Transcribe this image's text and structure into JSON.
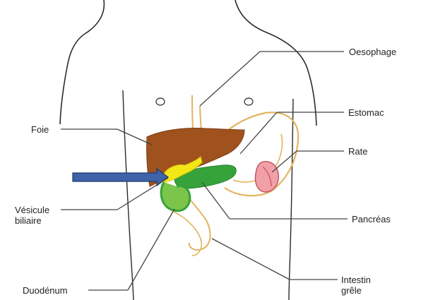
{
  "labels": {
    "oesophage": "Oesophage",
    "estomac": "Estomac",
    "foie": "Foie",
    "rate": "Rate",
    "vesicule_line1": "Vésicule",
    "vesicule_line2": "biliaire",
    "pancreas": "Pancréas",
    "duodenum": "Duodénum",
    "intestin_line1": "Intestin",
    "intestin_line2": "grêle"
  },
  "colors": {
    "outline": "#2b2b2b",
    "leader_line": "#444444",
    "liver": "#a0521e",
    "gallbladder": "#f3e617",
    "pancreas": "#35a33a",
    "duodenum_fill": "#7cc44a",
    "spleen_fill": "#f2a0a8",
    "spleen_stroke": "#c0505a",
    "stomach_intestine": "#e2b460",
    "arrow_fill": "#3f63a8",
    "arrow_stroke": "#1f3a70"
  },
  "icons": {
    "pointer": "right-arrow-icon"
  }
}
